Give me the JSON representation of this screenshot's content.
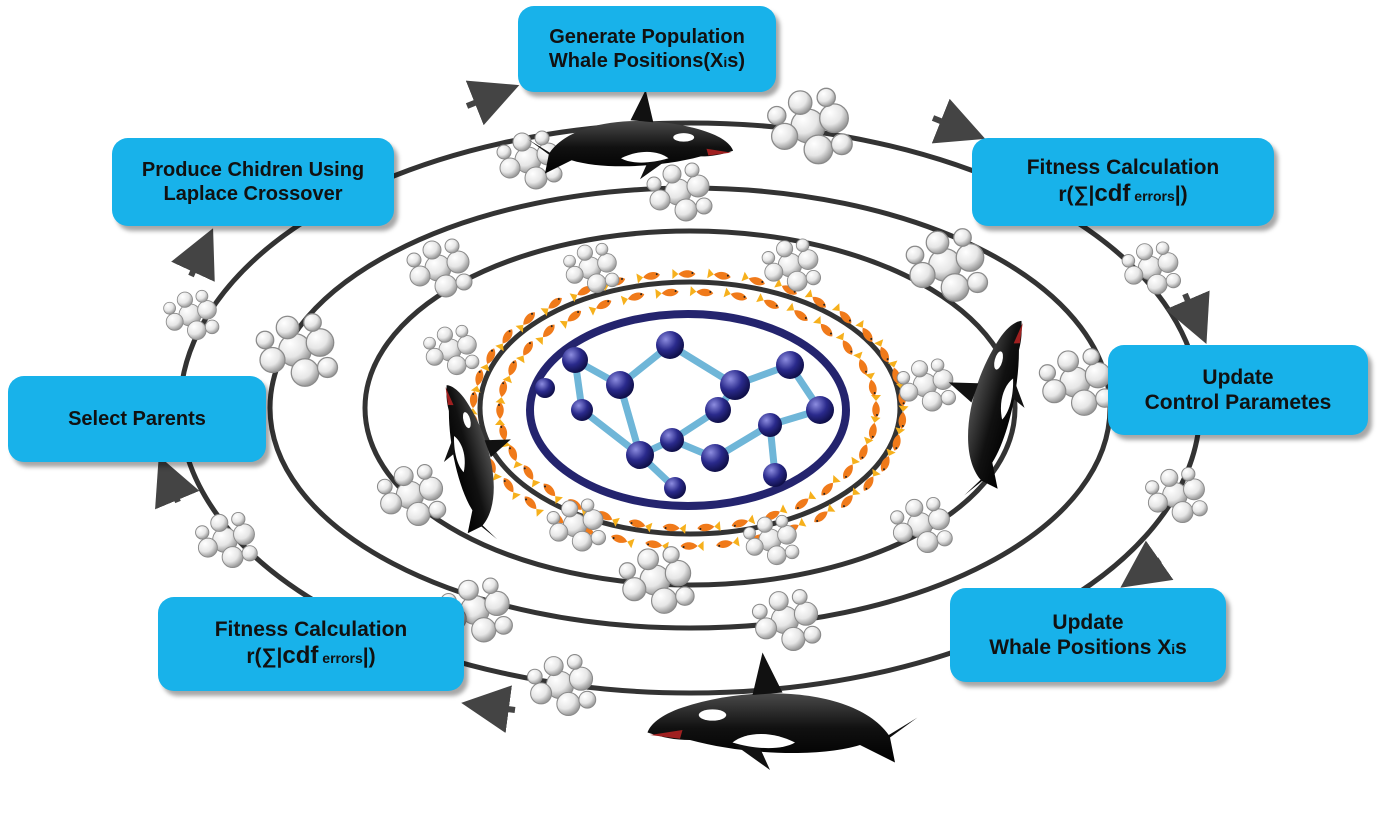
{
  "steps": {
    "generate": {
      "line1": "Generate Population",
      "line2_pre": "Whale Positions(X",
      "line2_sub": "i",
      "line2_post": "s)"
    },
    "fitness_top": {
      "line1": "Fitness Calculation",
      "f_pre": "r(∑|",
      "f_cdf": "cdf",
      "f_sub": " errors",
      "f_post": "|)"
    },
    "update_control": {
      "line1": "Update",
      "line2": "Control Parametes"
    },
    "update_whale": {
      "line1": "Update",
      "line2_pre": "Whale Positions X",
      "line2_sub": "i",
      "line2_post": "s"
    },
    "fitness_bottom": {
      "line1": "Fitness Calculation",
      "f_pre": "r(∑|",
      "f_cdf": "cdf",
      "f_sub": " errors",
      "f_post": "|)"
    },
    "select": {
      "line1": "Select Parents"
    },
    "produce": {
      "line1": "Produce Chidren Using",
      "line2": "Laplace Crossover"
    }
  },
  "colors": {
    "box": "#18b2ea",
    "ring": "#333333",
    "arrow": "#444444",
    "molecule_atom": "#2a2a8c",
    "molecule_bond": "#6fb6d8",
    "fish": "#f07a1a"
  },
  "icons": [
    "whale-icon",
    "bubble-cluster-icon",
    "molecule-icon",
    "fish-school-icon",
    "arrow-icon"
  ]
}
